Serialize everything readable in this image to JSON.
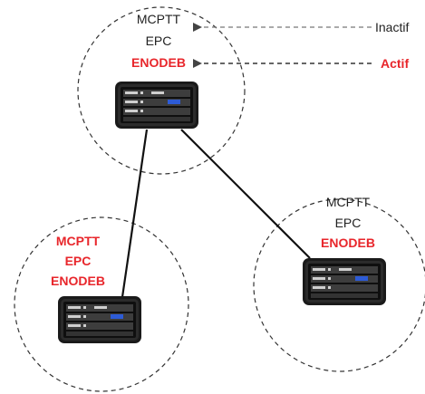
{
  "nodes": [
    {
      "id": "top",
      "lines": [
        {
          "text": "MCPTT",
          "status": "inactive"
        },
        {
          "text": "EPC",
          "status": "inactive"
        },
        {
          "text": "ENODEB",
          "status": "active"
        }
      ]
    },
    {
      "id": "left",
      "lines": [
        {
          "text": "MCPTT",
          "status": "active"
        },
        {
          "text": "EPC",
          "status": "active"
        },
        {
          "text": "ENODEB",
          "status": "active"
        }
      ]
    },
    {
      "id": "right",
      "lines": [
        {
          "text": "MCPTT",
          "status": "inactive"
        },
        {
          "text": "EPC",
          "status": "inactive"
        },
        {
          "text": "ENODEB",
          "status": "active"
        }
      ]
    }
  ],
  "legend": {
    "inactive_label": "Inactif",
    "active_label": "Actif"
  },
  "colors": {
    "active": "#e8262b",
    "inactive": "#222222",
    "line": "#111111",
    "circle": "#333333"
  },
  "icons": {
    "device": "enodeb-device-icon"
  }
}
